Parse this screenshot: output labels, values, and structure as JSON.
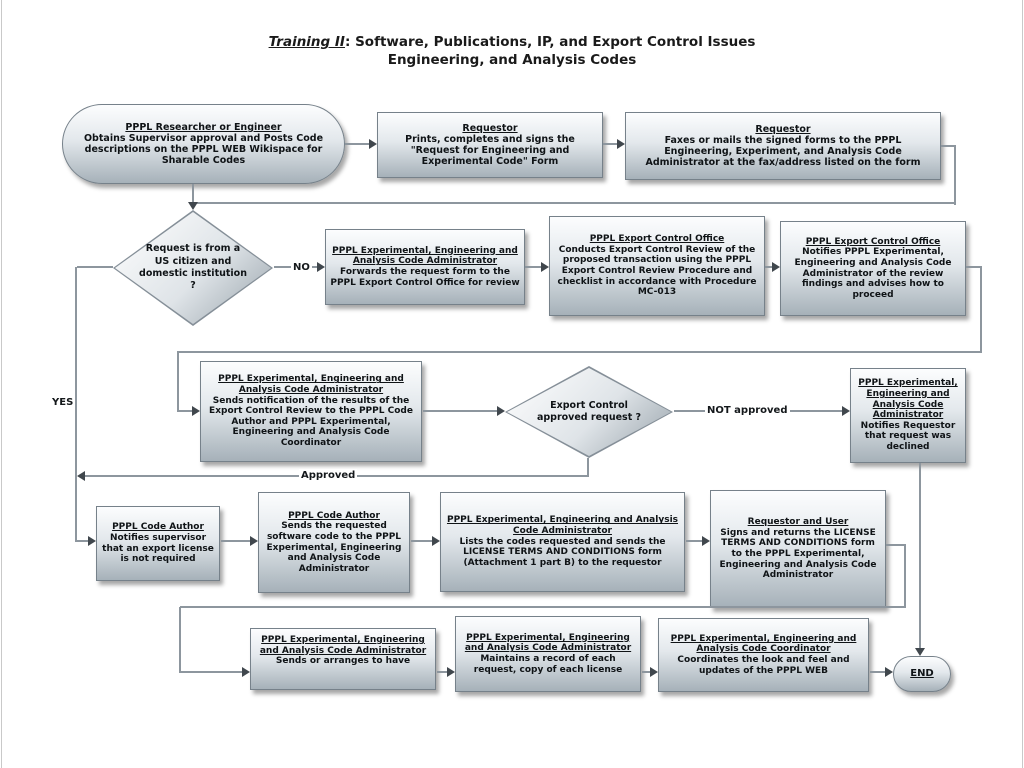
{
  "header": {
    "title_em": "Training II",
    "title_rest": ": Software, Publications, IP, and  Export Control Issues",
    "subtitle": "Engineering, and Analysis Codes"
  },
  "nodes": {
    "start": {
      "t": "PPPL Researcher or Engineer",
      "b": "Obtains Supervisor approval and Posts Code descriptions on the  PPPL WEB Wikispace for Sharable Codes"
    },
    "requestor_prints": {
      "t": "Requestor",
      "b": "Prints, completes and signs the \"Request for Engineering and Experimental Code\" Form"
    },
    "requestor_faxes": {
      "t": "Requestor",
      "b": "Faxes or mails the signed forms to the  PPPL Engineering, Experiment, and Analysis Code Administrator at the fax/address listed on the form"
    },
    "decision_us_citizen": {
      "q": "Request is from a US citizen and domestic institution ?"
    },
    "admin_forwards": {
      "t": "PPPL Experimental, Engineering and Analysis Code Administrator",
      "b": "Forwards the request form to the PPPL Export Control Office for review"
    },
    "eco_review": {
      "t": "PPPL Export Control Office",
      "b": "Conducts Export Control Review of the proposed transaction using the PPPL Export Control Review Procedure and checklist in accordance with Procedure MC-013"
    },
    "eco_notifies": {
      "t": "PPPL Export Control Office",
      "b": "Notifies PPPL Experimental, Engineering and Analysis Code Administrator of the review findings and advises how to proceed"
    },
    "admin_results": {
      "t": "PPPL Experimental, Engineering and Analysis Code Administrator",
      "b": "Sends notification of the results of the Export Control Review to the PPPL Code Author and  PPPL Experimental, Engineering and Analysis Code  Coordinator"
    },
    "decision_approved": {
      "q": "Export Control approved request ?"
    },
    "admin_declined": {
      "t": "PPPL Experimental, Engineering and Analysis Code Administrator",
      "b": "Notifies Requestor that request was declined"
    },
    "author_license": {
      "t": "PPPL Code Author",
      "b": "Notifies supervisor that an export license is not required"
    },
    "author_sends": {
      "t": "PPPL Code Author",
      "b": "Sends the requested software code to the PPPL Experimental, Engineering and Analysis Code Administrator"
    },
    "admin_lists": {
      "t": "PPPL Experimental, Engineering and Analysis Code Administrator",
      "b": "Lists the codes requested and sends the LICENSE TERMS AND CONDITIONS form (Attachment 1 part B) to the requestor"
    },
    "requestor_signs": {
      "t": "Requestor and User",
      "b": "Signs and returns the LICENSE TERMS AND CONDITIONS form to the PPPL Experimental, Engineering and Analysis Code Administrator"
    },
    "admin_arranges": {
      "t": "PPPL Experimental, Engineering and Analysis Code Administrator",
      "b": "Sends or arranges to have"
    },
    "admin_records": {
      "t": "PPPL Experimental, Engineering and Analysis Code Administrator",
      "b": "Maintains a record of each request, copy of each license"
    },
    "coordinator_web": {
      "t": "PPPL Experimental, Engineering and Analysis Code Coordinator",
      "b": "Coordinates the look and feel and updates of the  PPPL WEB"
    },
    "end": {
      "t": "END"
    }
  },
  "labels": {
    "no": "NO",
    "yes": "YES",
    "approved": "Approved",
    "not_approved": "NOT approved"
  },
  "colors": {
    "line": "#8d969e",
    "arrow": "#40474d",
    "box_border": "#76818a",
    "box_fill_top": "#fcfdfe",
    "box_fill_bottom": "#a6b1b9",
    "text": "#0f1316"
  }
}
